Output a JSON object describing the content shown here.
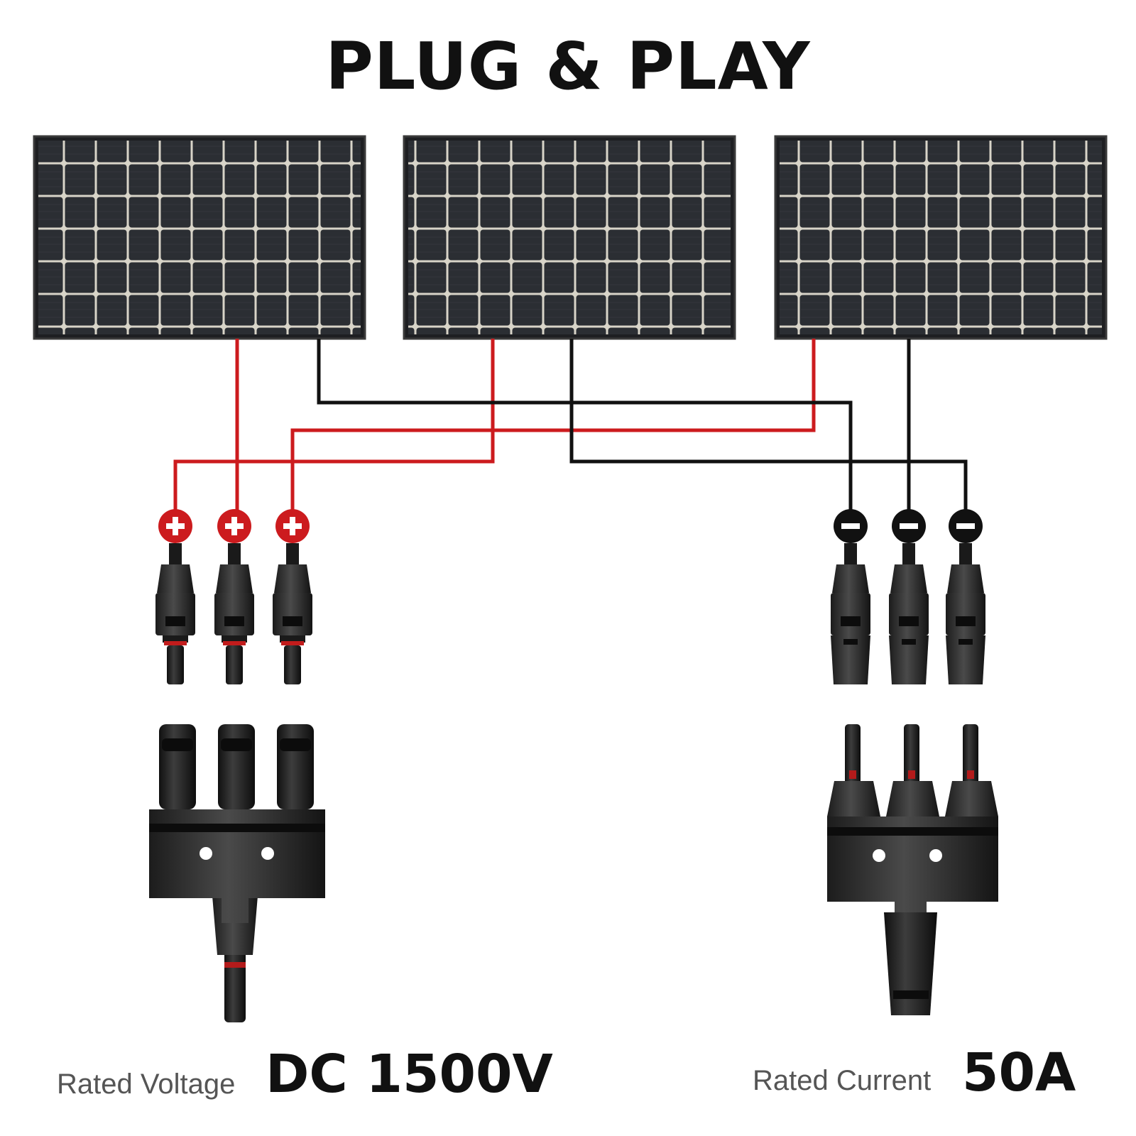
{
  "title": "PLUG & PLAY",
  "panels": [
    {
      "name": "solar-panel-1"
    },
    {
      "name": "solar-panel-2"
    },
    {
      "name": "solar-panel-3"
    }
  ],
  "positive_symbol": "+",
  "negative_symbol": "−",
  "wire_colors": {
    "positive": "#cc1b1e",
    "negative": "#111111"
  },
  "specs": {
    "voltage_label": "Rated Voltage",
    "voltage_value": "DC 1500V",
    "current_label": "Rated Current",
    "current_value": "50A"
  }
}
